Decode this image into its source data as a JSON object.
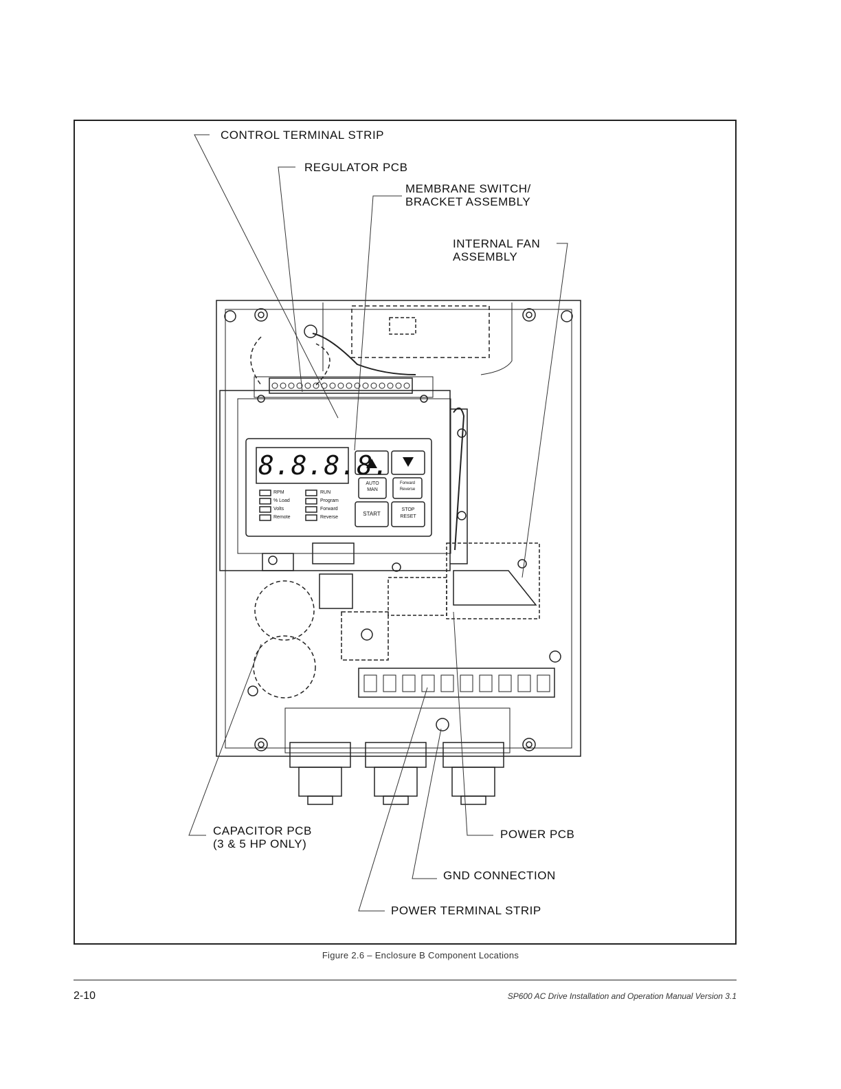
{
  "callouts": {
    "control_terminal_strip": "CONTROL TERMINAL STRIP",
    "regulator_pcb": "REGULATOR PCB",
    "membrane_switch_line1": "MEMBRANE SWITCH/",
    "membrane_switch_line2": "BRACKET ASSEMBLY",
    "internal_fan_line1": "INTERNAL FAN",
    "internal_fan_line2": "ASSEMBLY",
    "capacitor_pcb_line1": "CAPACITOR PCB",
    "capacitor_pcb_line2": "(3 & 5 HP ONLY)",
    "power_pcb": "POWER PCB",
    "gnd_connection": "GND CONNECTION",
    "power_terminal_strip": "POWER TERMINAL STRIP"
  },
  "keypad": {
    "display": "8.8.8.8.",
    "leds_left": [
      "RPM",
      "% Load",
      "Volts",
      "Remote"
    ],
    "leds_right": [
      "RUN",
      "Program",
      "Forward",
      "Reverse"
    ],
    "auto_man_line1": "AUTO",
    "auto_man_line2": "MAN",
    "fwd_rev_line1": "Forward",
    "fwd_rev_line2": "Reverse",
    "start": "START",
    "stop_line1": "STOP",
    "stop_line2": "RESET"
  },
  "caption": "Figure 2.6 – Enclosure B Component Locations",
  "footer": {
    "page_number": "2-10",
    "manual_title": "SP600 AC Drive Installation and Operation Manual Version 3.1"
  }
}
